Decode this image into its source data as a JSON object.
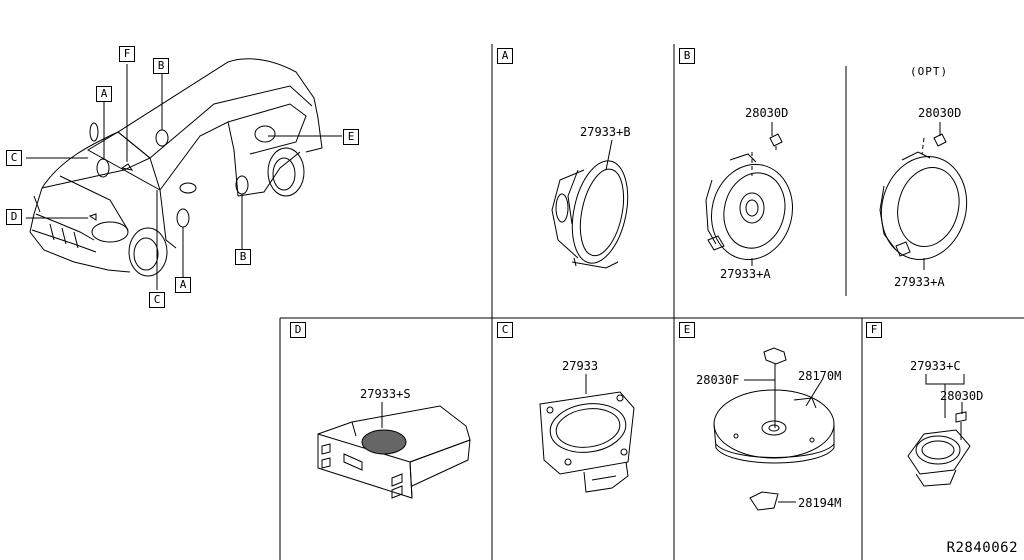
{
  "callouts": {
    "car": {
      "F": "F",
      "B_top": "B",
      "A_top": "A",
      "C_left": "C",
      "E": "E",
      "D": "D",
      "B_bottom": "B",
      "A_bottom": "A",
      "C_bottom": "C"
    },
    "panels": {
      "A": "A",
      "B": "B",
      "C": "C",
      "D": "D",
      "E": "E",
      "F": "F"
    }
  },
  "parts": {
    "panel_a": {
      "part": "27933+B"
    },
    "panel_b": {
      "screw": "28030D",
      "speaker": "27933+A",
      "opt_label": "(OPT)",
      "opt_screw": "28030D",
      "opt_speaker": "27933+A"
    },
    "panel_c": {
      "speaker": "27933"
    },
    "panel_d": {
      "subwoofer": "27933+S"
    },
    "panel_e": {
      "bolt": "28030F",
      "unit": "28170M",
      "pad": "28194M"
    },
    "panel_f": {
      "tweeter": "27933+C",
      "screw": "28030D"
    }
  },
  "reference": "R2840062"
}
